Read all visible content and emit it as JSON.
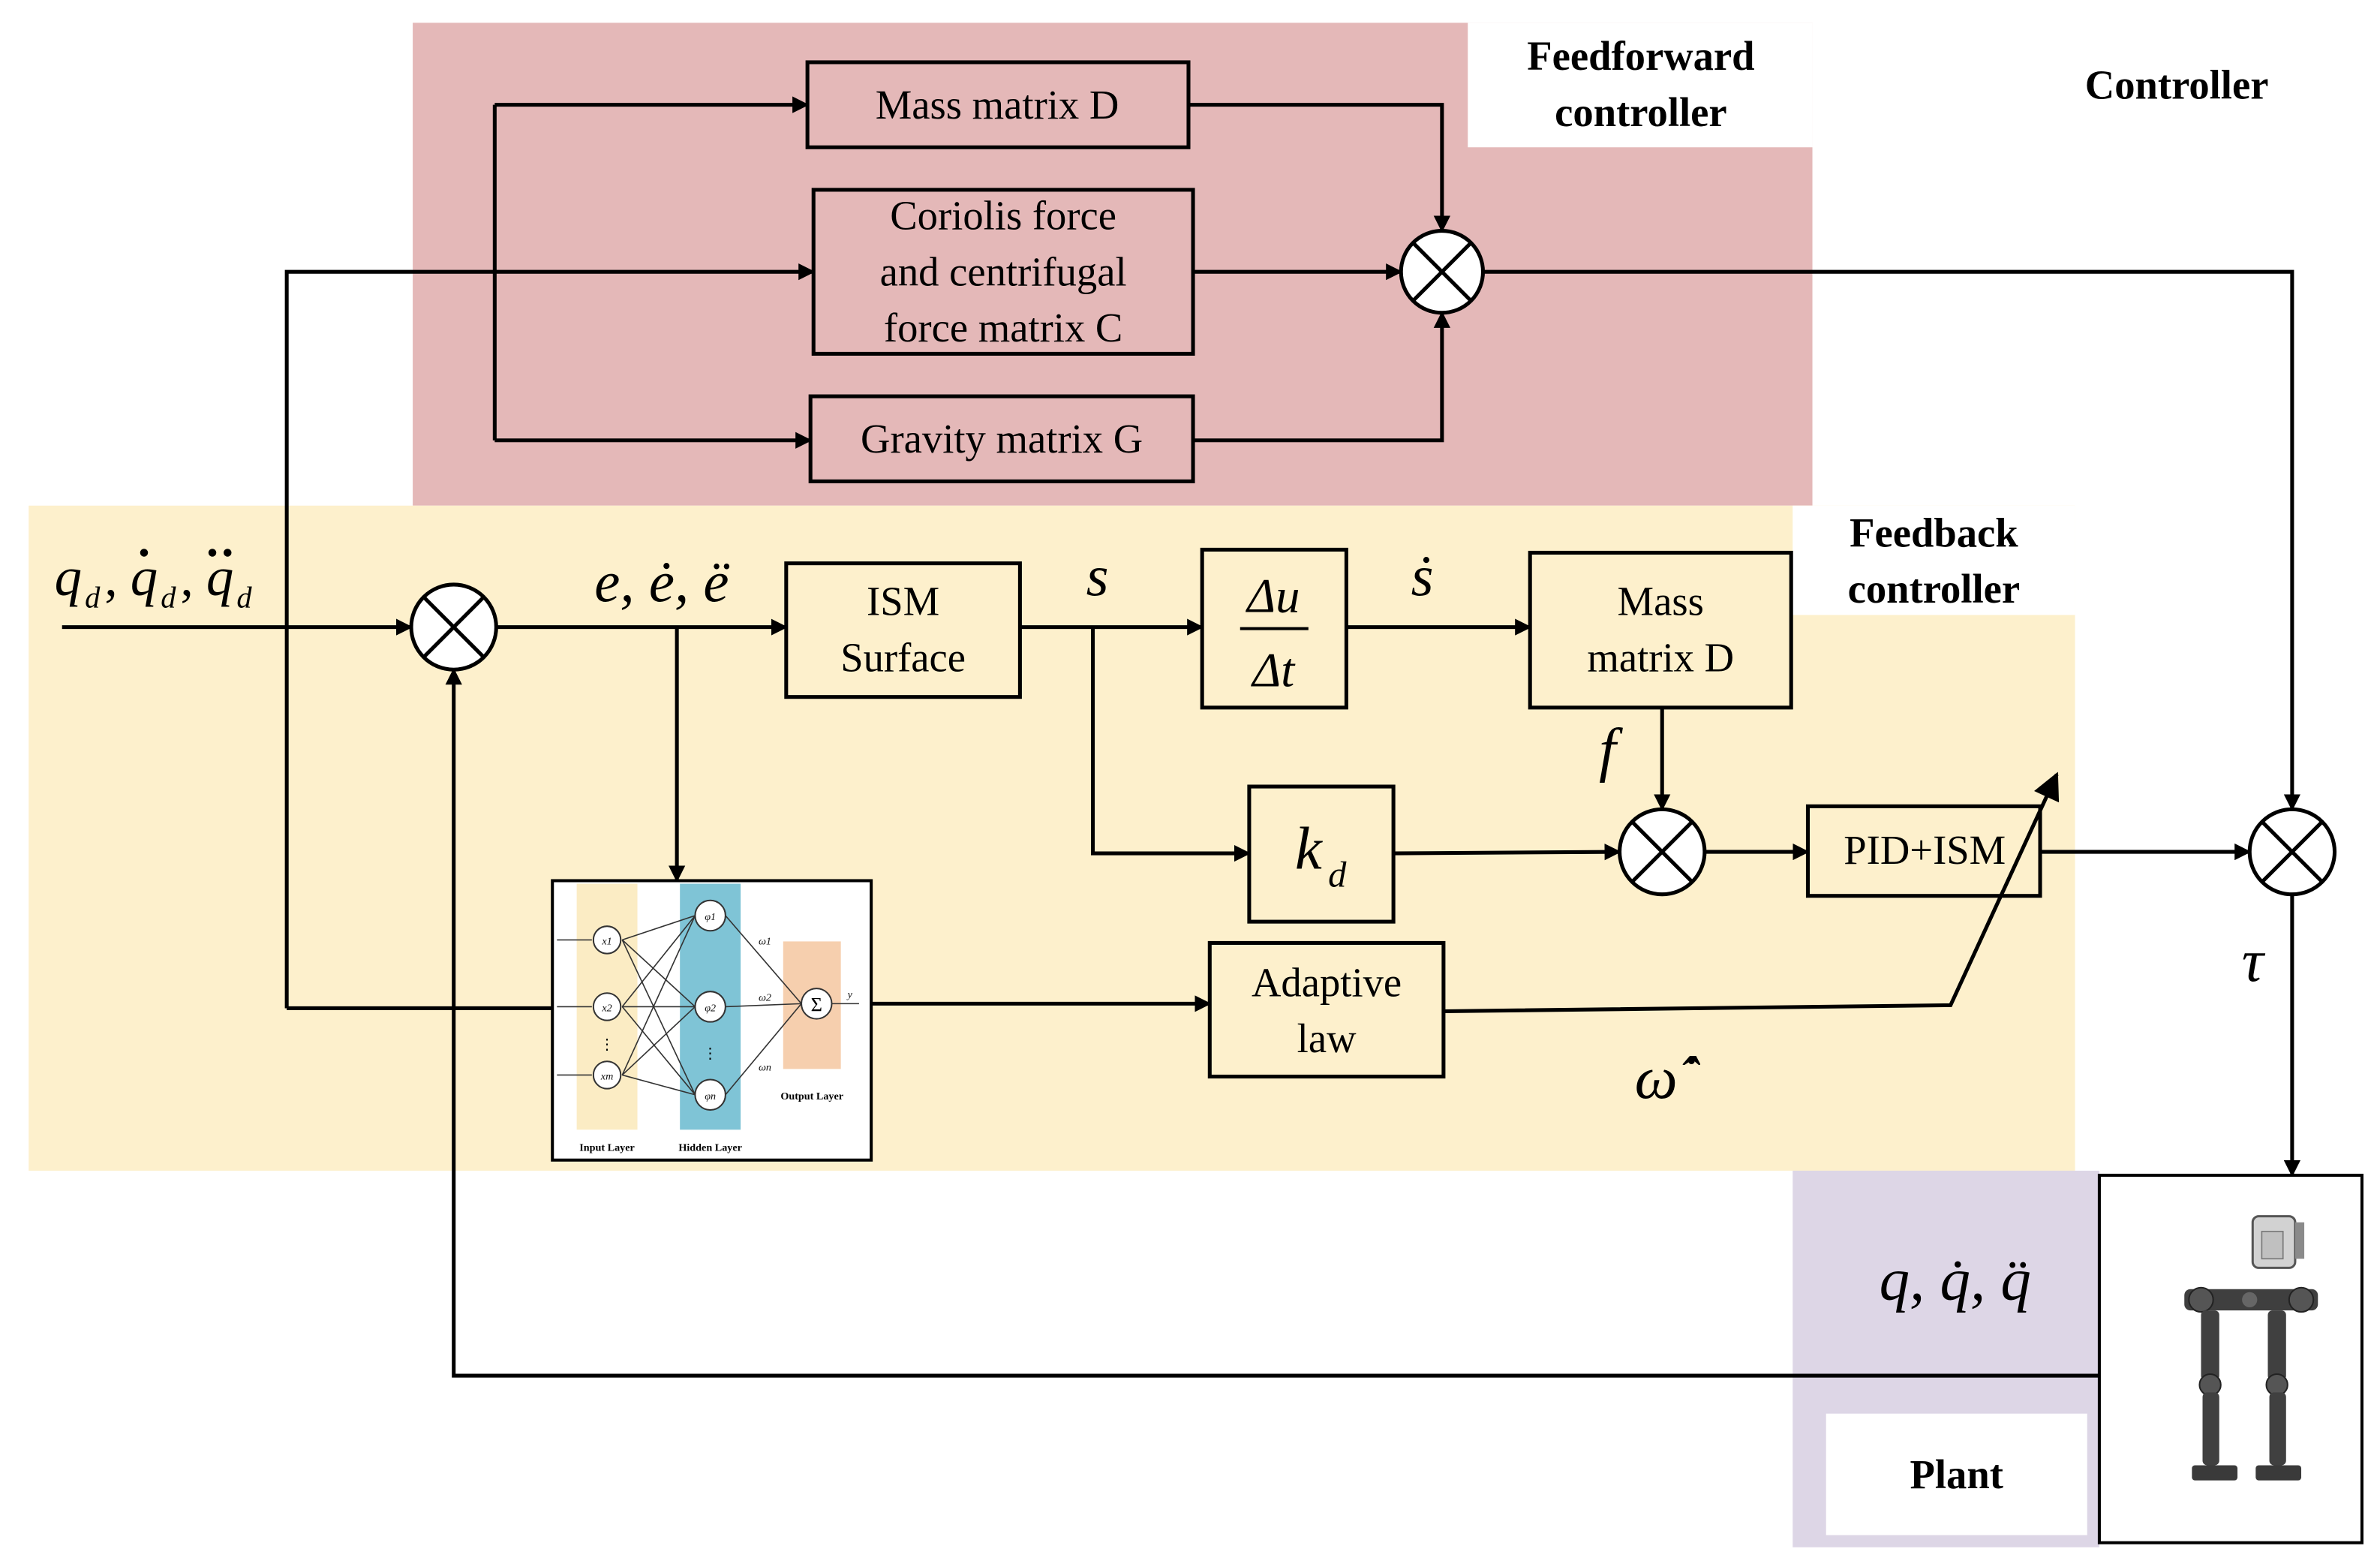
{
  "colors": {
    "feedforward_region": "#e4b8b8",
    "feedback_region": "#fdf0cc",
    "plant_region": "#ddd6e6",
    "nn_input_band": "#fbecc4",
    "nn_hidden_band": "#7fc4d6",
    "nn_output_band": "#f6cfae",
    "line": "#000000"
  },
  "region_labels": {
    "controller": "Controller",
    "feedforward_line1": "Feedforward",
    "feedforward_line2": "controller",
    "feedback_line1": "Feedback",
    "feedback_line2": "controller",
    "plant": "Plant"
  },
  "blocks": {
    "mass_matrix_ff": "Mass matrix D",
    "coriolis_line1": "Coriolis force",
    "coriolis_line2": "and centrifugal",
    "coriolis_line3": "force matrix C",
    "gravity": "Gravity matrix G",
    "ism_line1": "ISM",
    "ism_line2": "Surface",
    "delta_num": "Δu",
    "delta_den": "Δt",
    "mass_fb_line1": "Mass",
    "mass_fb_line2": "matrix D",
    "kd": "k",
    "kd_sub": "d",
    "pid_ism": "PID+ISM",
    "adaptive_line1": "Adaptive",
    "adaptive_line2": "law"
  },
  "signals": {
    "desired_q": "q",
    "desired_sub": "d",
    "error": "e, ė, ë",
    "s": "s",
    "s_dot": "ṡ",
    "f": "f",
    "tau": "τ",
    "omega_hat_dot": "ω̂̇",
    "output_state": "q, q̇, q̈"
  },
  "nn": {
    "input_nodes": [
      "x1",
      "x2",
      "xm"
    ],
    "hidden_nodes": [
      "φ1",
      "φ2",
      "φn"
    ],
    "weights": [
      "ω1",
      "ω2",
      "ωn"
    ],
    "sum_symbol": "Σ",
    "output": "y",
    "ellipsis": "⋮",
    "input_layer": "Input Layer",
    "hidden_layer": "Hidden Layer",
    "output_layer": "Output Layer"
  },
  "plant_image": "biped-robot-icon"
}
